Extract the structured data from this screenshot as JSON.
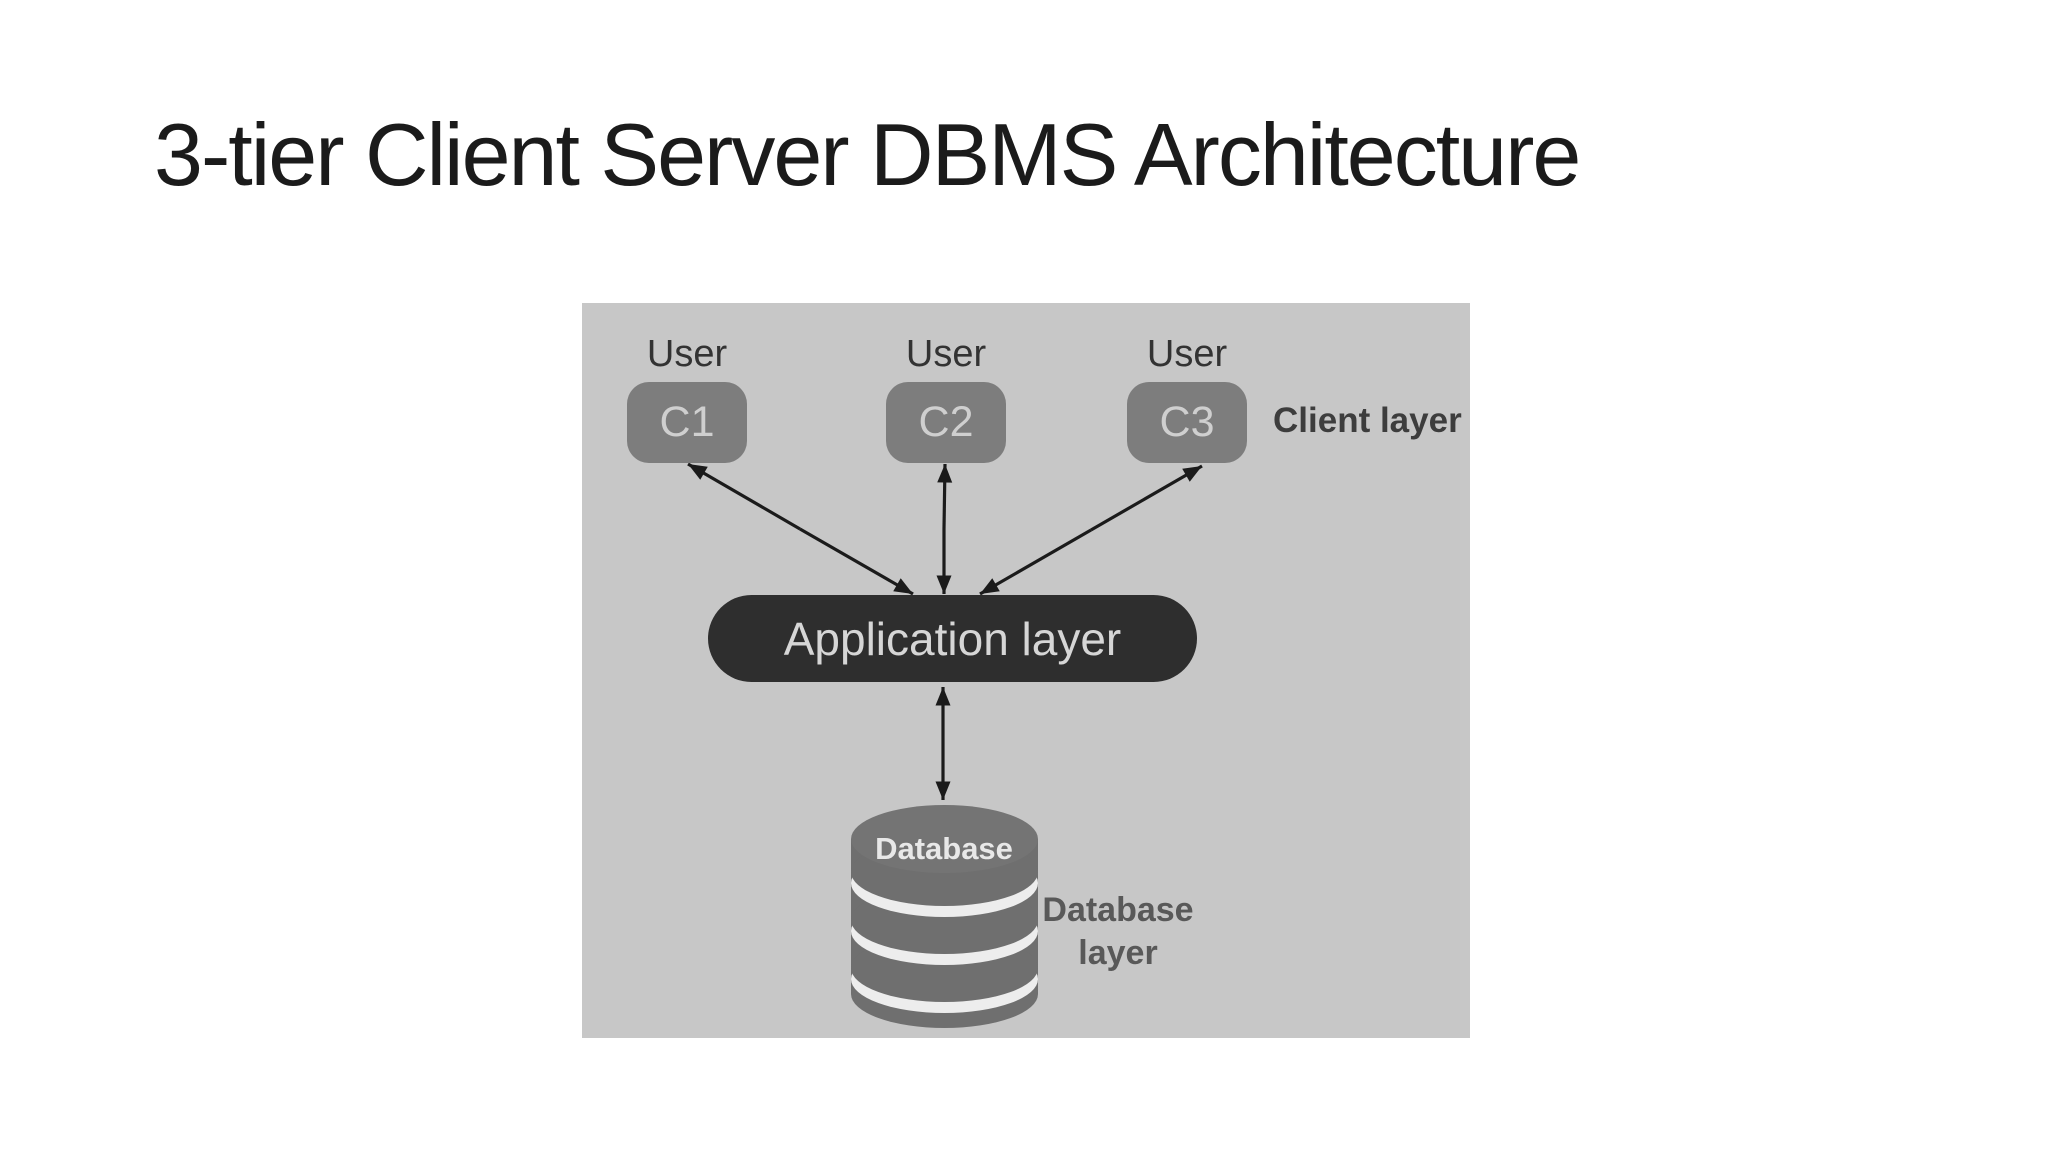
{
  "slide": {
    "title": "3-tier Client Server DBMS Architecture",
    "background": "#ffffff"
  },
  "diagram": {
    "panel_bg": "#c7c7c7",
    "clients": [
      {
        "user_label": "User",
        "box_label": "C1"
      },
      {
        "user_label": "User",
        "box_label": "C2"
      },
      {
        "user_label": "User",
        "box_label": "C3"
      }
    ],
    "labels": {
      "client_layer": "Client layer",
      "application_layer": "Application layer",
      "database": "Database",
      "database_layer": "Database layer"
    },
    "colors": {
      "title_text": "#1b1b1b",
      "user_text": "#333333",
      "client_box": "#7d7d7d",
      "client_box_text": "#cfcfcf",
      "client_layer_text": "#3d3d3d",
      "app_pill": "#2e2e2e",
      "app_pill_text": "#d6d6d6",
      "cylinder": "#6f6f6f",
      "cylinder_top": "#747474",
      "cylinder_gap": "#ededed",
      "cylinder_text": "#e8e8e8",
      "db_layer_text": "#595959",
      "arrow": "#1b1b1b"
    }
  }
}
